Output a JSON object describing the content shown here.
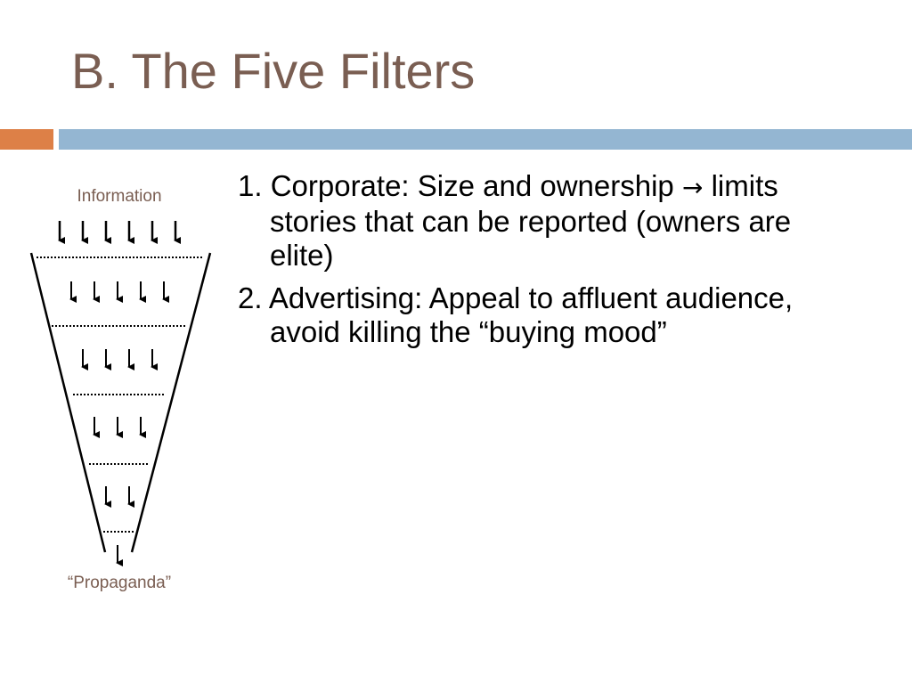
{
  "slide": {
    "title": "B. The Five Filters",
    "accent_colors": {
      "orange": "#dd8047",
      "blue": "#94b6d2",
      "title": "#7a5e52"
    }
  },
  "funnel": {
    "top_label": "Information",
    "bottom_label": "“Propaganda”",
    "arrow_counts": [
      6,
      5,
      4,
      3,
      2,
      1
    ]
  },
  "bullets": [
    {
      "text": "1. Corporate: Size and ownership ",
      "arrow": "→",
      "text2": " limits stories that can be reported (owners are elite)"
    },
    {
      "text": "2. Advertising: Appeal to affluent audience, avoid killing the “buying mood”"
    }
  ]
}
